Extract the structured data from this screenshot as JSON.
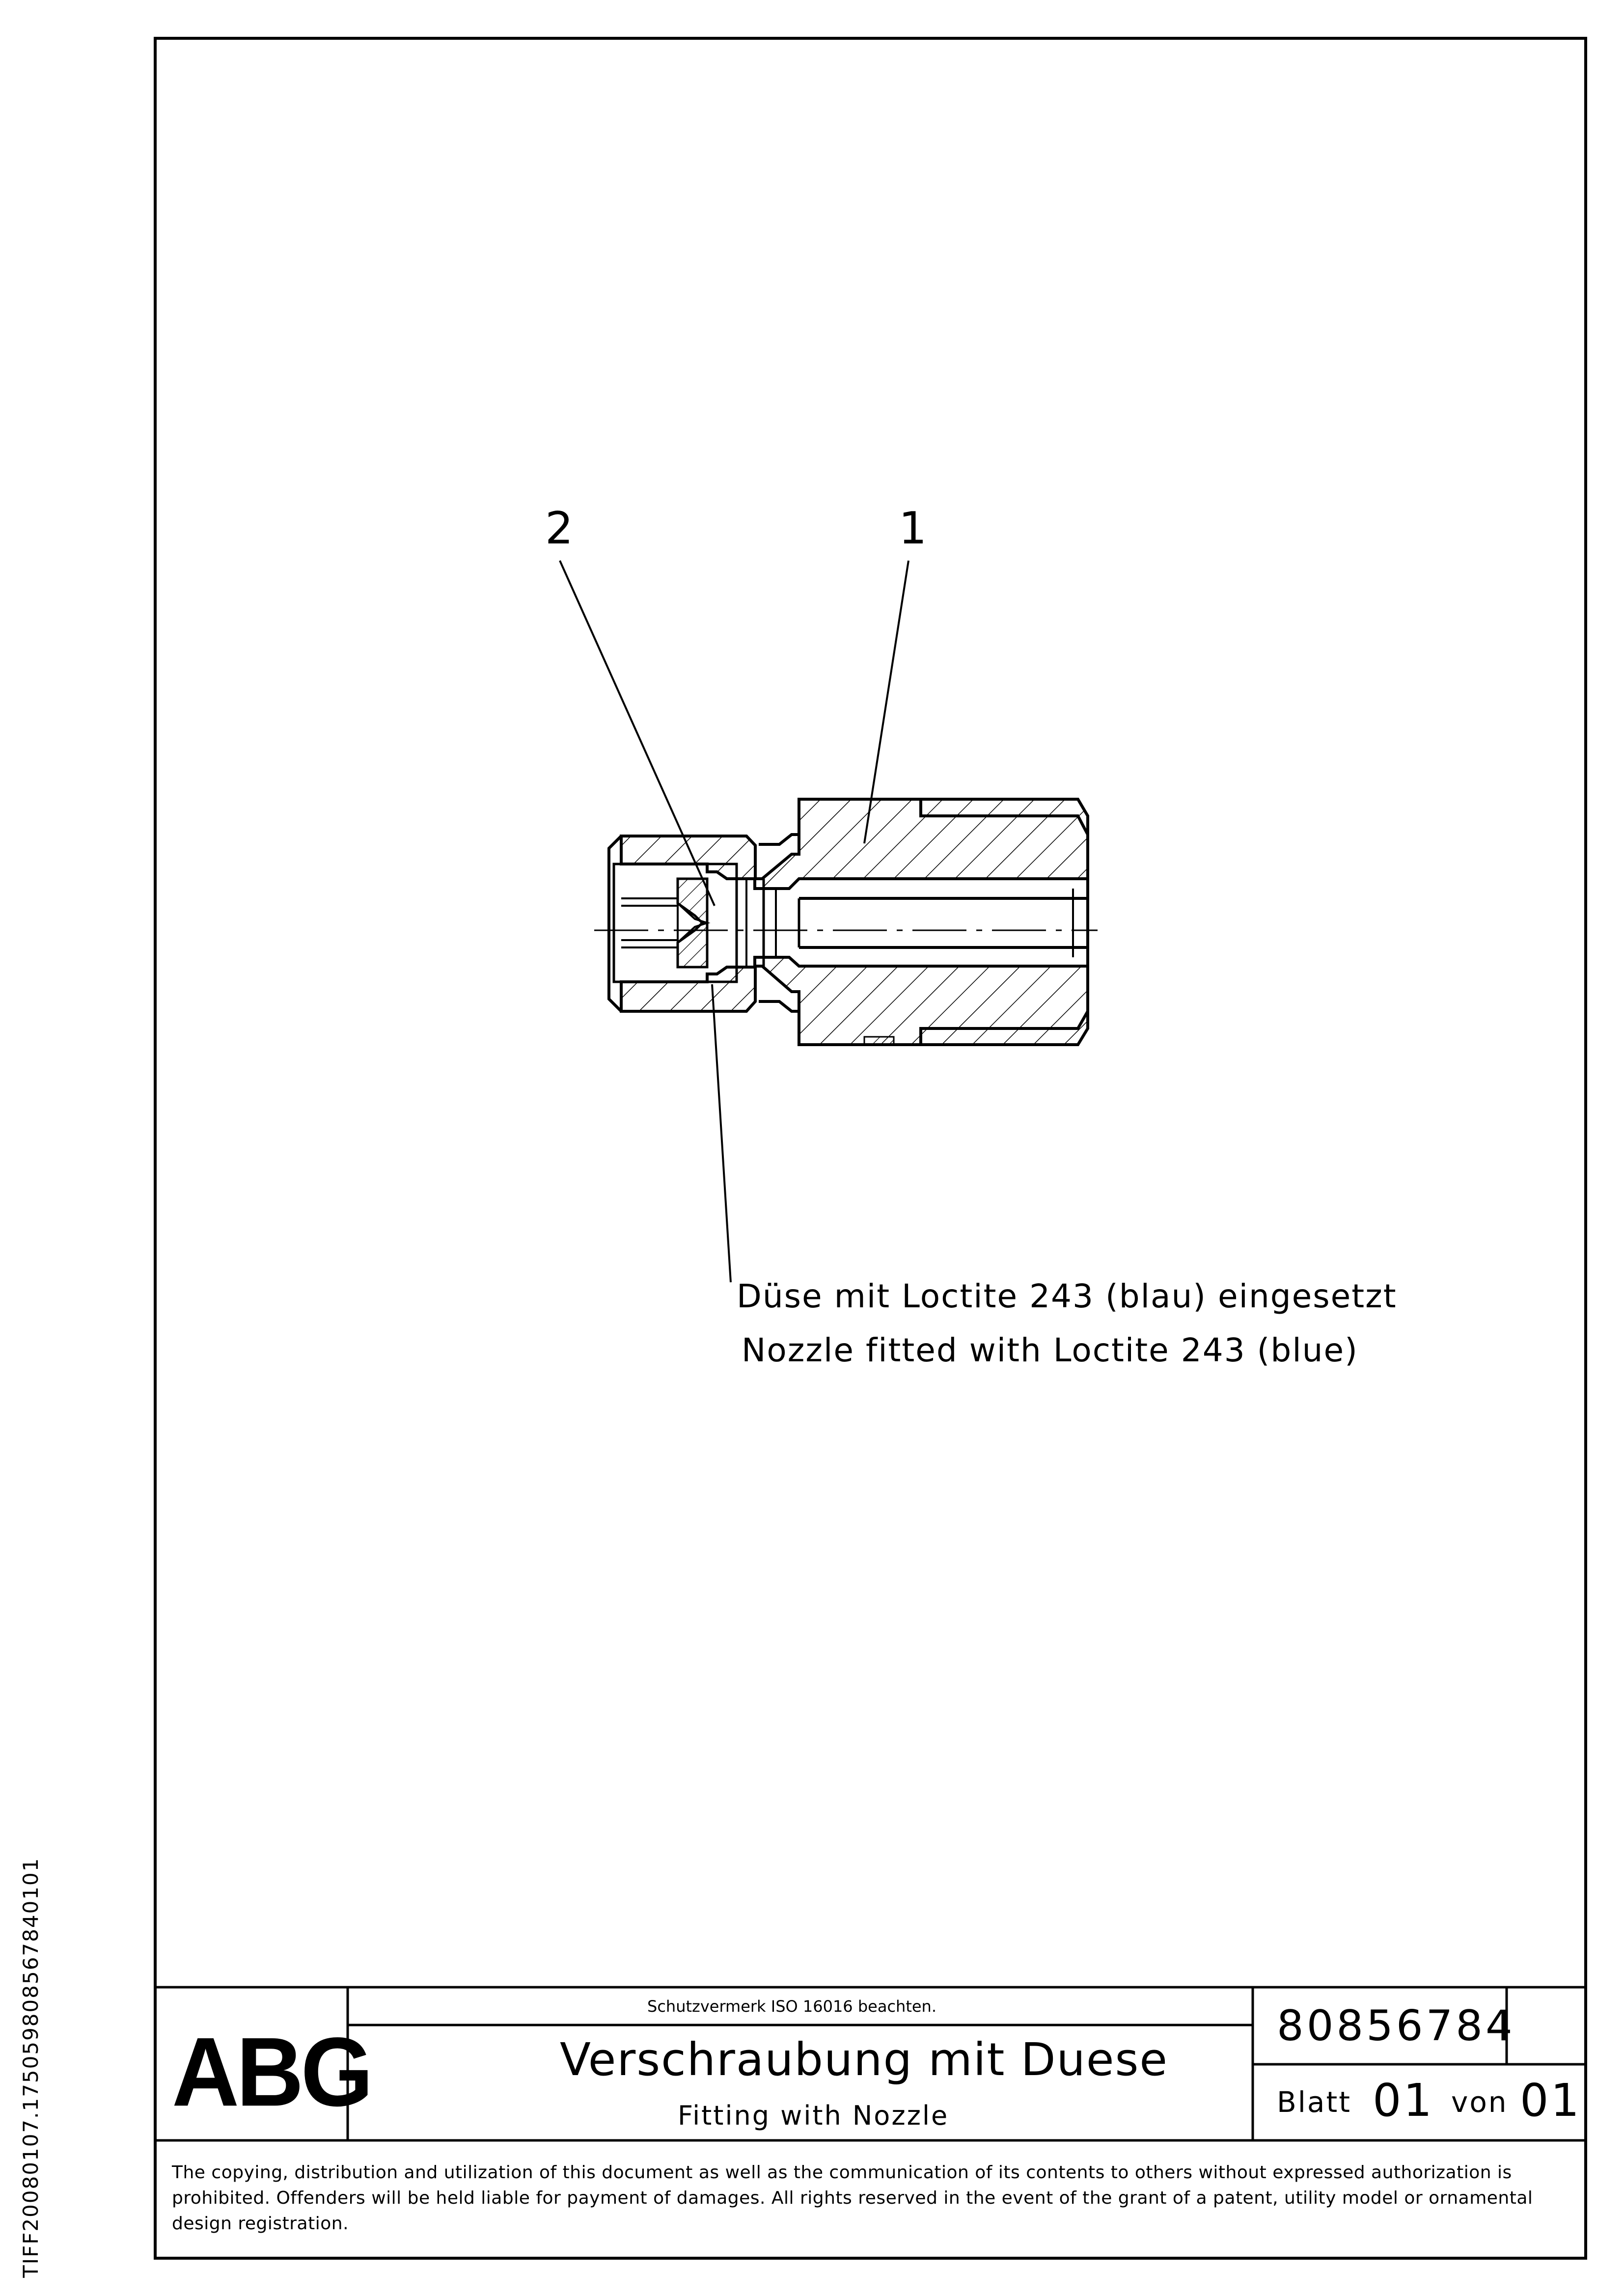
{
  "side_id": "TIFF20080107.175059808567840101",
  "callouts": {
    "item2": "2",
    "item1": "1"
  },
  "note": {
    "de": "Düse mit Loctite 243 (blau) eingesetzt",
    "en": "Nozzle fitted with Loctite 243 (blue)"
  },
  "title_block": {
    "logo": "ABG",
    "protection_notice": "Schutzvermerk ISO 16016 beachten.",
    "title_de": "Verschraubung mit Duese",
    "title_en": "Fitting with Nozzle",
    "document_number": "80856784",
    "sheet_label": "Blatt",
    "sheet_number": "01",
    "of_label": "von",
    "sheet_total": "01",
    "copyright": "The copying, distribution and utilization of this document as well as the communication of its contents to others without expressed authorization is prohibited. Offenders will be held liable for payment of damages. All rights reserved in the event of the grant of a patent, utility model or ornamental design registration."
  }
}
